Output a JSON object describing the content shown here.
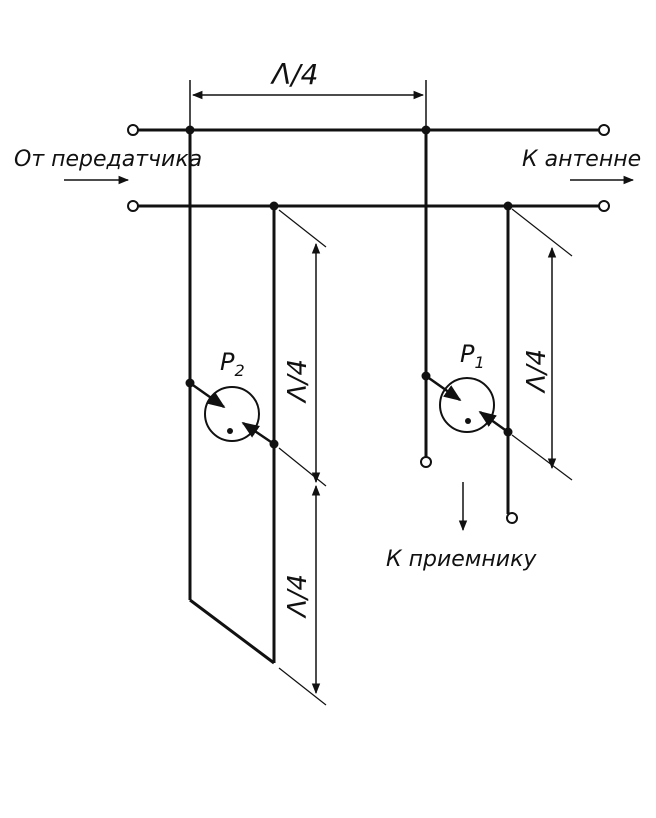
{
  "labels": {
    "quarter_wave": "Λ/4",
    "from_transmitter": "От передатчика",
    "to_antenna": "К антенне",
    "to_receiver": "К приемнику",
    "p2_letter": "P",
    "p2_sub": "2",
    "p1_letter": "P",
    "p1_sub": "1"
  },
  "colors": {
    "ink": "#111111",
    "background": "#ffffff"
  }
}
